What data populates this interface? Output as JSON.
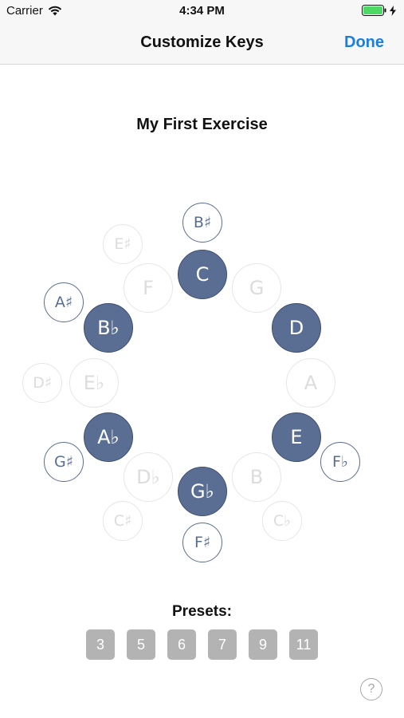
{
  "status_bar": {
    "carrier": "Carrier",
    "time": "4:34 PM"
  },
  "nav": {
    "title": "Customize Keys",
    "done_label": "Done"
  },
  "exercise": {
    "title": "My First Exercise"
  },
  "keys": {
    "c": "C",
    "g": "G",
    "d": "D",
    "a": "A",
    "e": "E",
    "b": "B",
    "gb": "G♭",
    "db": "D♭",
    "ab": "A♭",
    "eb": "E♭",
    "bb": "B♭",
    "f": "F",
    "b_sharp": "B♯",
    "e_sharp": "E♯",
    "a_sharp": "A♯",
    "d_sharp": "D♯",
    "g_sharp": "G♯",
    "c_sharp": "C♯",
    "f_sharp": "F♯",
    "c_flat": "C♭",
    "f_flat": "F♭"
  },
  "key_states": {
    "active": [
      "C",
      "D",
      "E",
      "G♭",
      "A♭",
      "B♭"
    ],
    "enharmonic_on": [
      "B♯",
      "A♯",
      "G♯",
      "F♯",
      "F♭"
    ],
    "off": [
      "G",
      "A",
      "B",
      "D♭",
      "E♭",
      "F",
      "E♯",
      "D♯",
      "C♯",
      "C♭"
    ]
  },
  "presets": {
    "label": "Presets:",
    "values": [
      "3",
      "5",
      "6",
      "7",
      "9",
      "11"
    ]
  },
  "help": {
    "label": "?"
  },
  "colors": {
    "active_fill": "#5a6e94",
    "accent": "#1a7fe0",
    "inactive": "#dcdcdc",
    "preset_fill": "#b3b3b3"
  }
}
